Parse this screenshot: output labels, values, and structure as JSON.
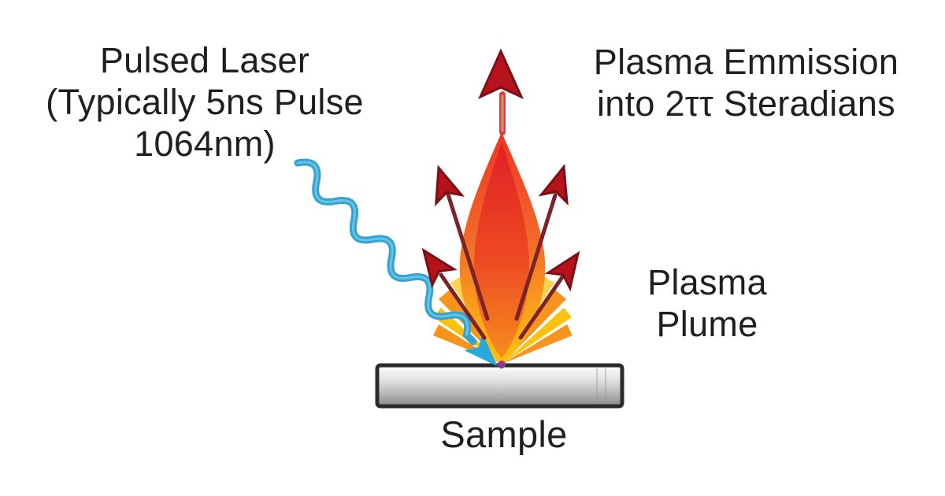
{
  "labels": {
    "pulsed_laser": "Pulsed Laser\n(Typically 5ns Pulse\n1064nm)",
    "plasma_emission": "Plasma Emmission\ninto 2ττ Steradians",
    "plasma_plume": "Plasma\nPlume",
    "sample": "Sample"
  },
  "colors": {
    "background": "#ffffff",
    "text": "#1f1f1f",
    "laser_beam_blue": "#35a3cf",
    "laser_beam_highlight": "#6cc6e4",
    "laser_arrowhead_blue": "#29a8dc",
    "arrow_red": "#b5121b",
    "arrow_outline": "#7a0f14",
    "arrow_shaft_dark": "#7c2228",
    "arrow_shaft_light": "#c6483e",
    "plume_red": "#e8392a",
    "plume_orange": "#f6851f",
    "plume_yellow": "#ffc20e",
    "impact_purple": "#8e3a94",
    "sample_border": "#2b2b2b",
    "sample_gray": "#b9b9b9"
  }
}
